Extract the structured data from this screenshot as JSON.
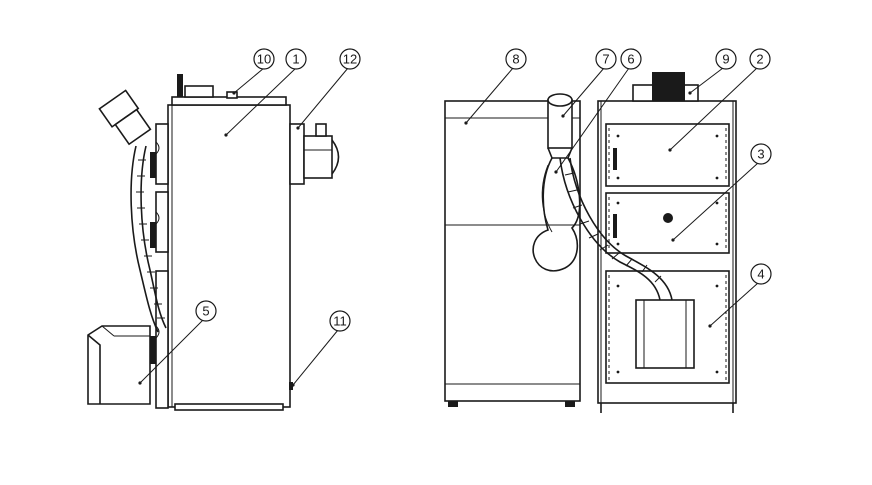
{
  "colors": {
    "line": "#1a1a1a",
    "background": "#ffffff"
  },
  "callouts": [
    {
      "id": "c1",
      "label": "1"
    },
    {
      "id": "c2",
      "label": "2"
    },
    {
      "id": "c3",
      "label": "3"
    },
    {
      "id": "c4",
      "label": "4"
    },
    {
      "id": "c5",
      "label": "5"
    },
    {
      "id": "c6",
      "label": "6"
    },
    {
      "id": "c7",
      "label": "7"
    },
    {
      "id": "c8",
      "label": "8"
    },
    {
      "id": "c9",
      "label": "9"
    },
    {
      "id": "c10",
      "label": "10"
    },
    {
      "id": "c11",
      "label": "11"
    },
    {
      "id": "c12",
      "label": "12"
    }
  ]
}
